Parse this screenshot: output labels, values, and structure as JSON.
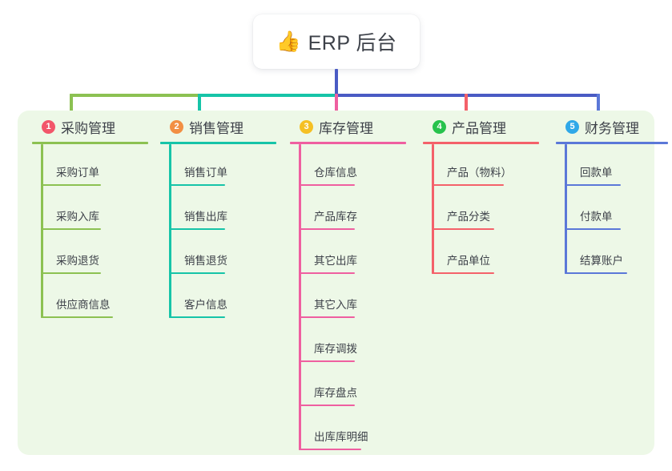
{
  "root": {
    "icon": "thumbs-up-icon",
    "icon_glyph": "👍",
    "title": "ERP 后台"
  },
  "panel": {
    "background_color": "#edf8e7"
  },
  "connectors": {
    "stem_color": "#4a5bc4",
    "segments": [
      {
        "color": "#8cc152"
      },
      {
        "color": "#16c4a8"
      },
      {
        "color": "#4a5bc4"
      }
    ]
  },
  "columns": [
    {
      "number": "1",
      "label": "采购管理",
      "badge_color": "#f2566a",
      "line_color": "#8cc152",
      "items": [
        {
          "label": "采购订单"
        },
        {
          "label": "采购入库"
        },
        {
          "label": "采购退货"
        },
        {
          "label": "供应商信息"
        }
      ]
    },
    {
      "number": "2",
      "label": "销售管理",
      "badge_color": "#f28f43",
      "line_color": "#16c4a8",
      "items": [
        {
          "label": "销售订单"
        },
        {
          "label": "销售出库"
        },
        {
          "label": "销售退货"
        },
        {
          "label": "客户信息"
        }
      ]
    },
    {
      "number": "3",
      "label": "库存管理",
      "badge_color": "#f5c024",
      "line_color": "#ef5fa0",
      "items": [
        {
          "label": "仓库信息"
        },
        {
          "label": "产品库存"
        },
        {
          "label": "其它出库"
        },
        {
          "label": "其它入库"
        },
        {
          "label": "库存调拨"
        },
        {
          "label": "库存盘点"
        },
        {
          "label": "出库库明细"
        }
      ]
    },
    {
      "number": "4",
      "label": "产品管理",
      "badge_color": "#27c24c",
      "line_color": "#f4616a",
      "items": [
        {
          "label": "产品（物料）"
        },
        {
          "label": "产品分类"
        },
        {
          "label": "产品单位"
        }
      ]
    },
    {
      "number": "5",
      "label": "财务管理",
      "badge_color": "#2fa8e8",
      "line_color": "#5b78d8",
      "items": [
        {
          "label": "回款单"
        },
        {
          "label": "付款单"
        },
        {
          "label": "结算账户"
        }
      ]
    }
  ]
}
